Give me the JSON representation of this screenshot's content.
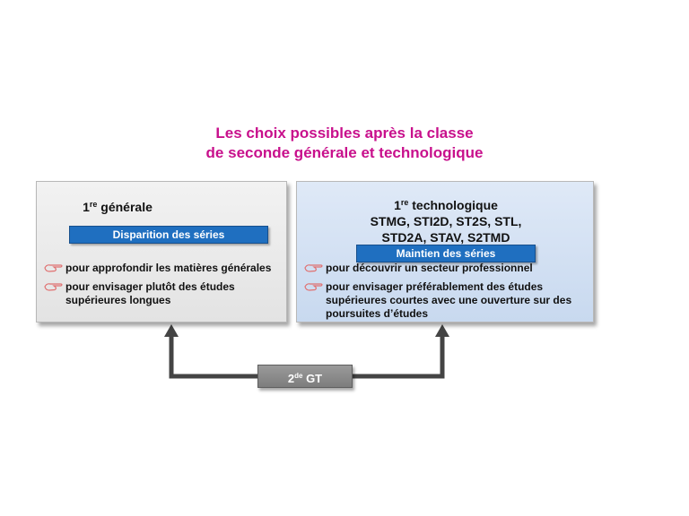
{
  "title": {
    "line1": "Les choix possibles après la classe",
    "line2": "de seconde générale et technologique"
  },
  "left_box": {
    "heading_num": "1",
    "heading_sup": "re",
    "heading_text": " générale",
    "badge": "Disparition des séries",
    "bullets": [
      "pour approfondir les matières générales",
      "pour envisager plutôt des études supérieures longues"
    ]
  },
  "right_box": {
    "heading_num": "1",
    "heading_sup": "re",
    "heading_text": " technologique",
    "series_line1": "STMG, STI2D, ST2S, STL,",
    "series_line2": "STD2A, STAV, S2TMD",
    "badge": "Maintien des séries",
    "bullets": [
      "pour découvrir un secteur professionnel",
      "pour envisager préférablement des études supérieures courtes avec une ouverture sur des poursuites d’études"
    ]
  },
  "origin": {
    "num": "2",
    "sup": "de",
    "text": " GT"
  },
  "colors": {
    "title": "#c8108c",
    "badge": "#1f6fc0",
    "bullet_icon": "#e07070",
    "connector": "#444444"
  },
  "icons": {
    "bullet": "pointing-hand-icon"
  }
}
